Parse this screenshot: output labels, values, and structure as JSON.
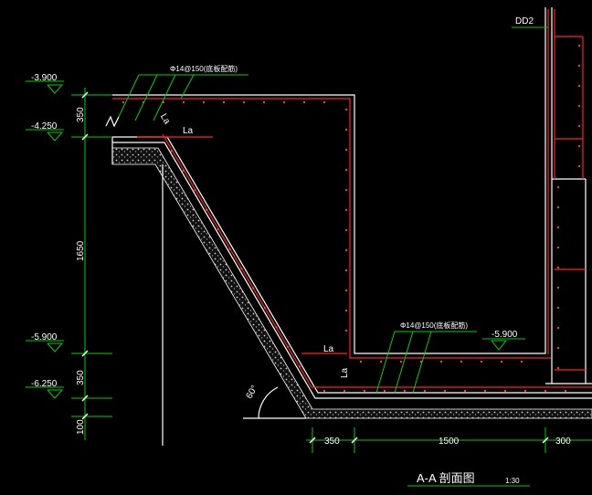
{
  "drawing": {
    "title": "A-A 剖面图",
    "scale": "1:30",
    "tag": "DD2",
    "colors": {
      "background": "#000000",
      "dimension": "#00d000",
      "rebar": "#ff2020",
      "outline": "#ffffff",
      "concrete_fill": "#bdbdbd"
    }
  },
  "elevations": [
    "-3.900",
    "-4.250",
    "-5.900",
    "-6.250"
  ],
  "elevation_inner": "-5.900",
  "rebar_callouts": [
    "Φ14@150(底板配筋)",
    "Φ14@150(底板配筋)"
  ],
  "anchor_labels": [
    "La",
    "La",
    "La",
    "La"
  ],
  "angle_label": "60°",
  "vertical_dims": [
    "350",
    "1650",
    "350",
    "100"
  ],
  "horizontal_dims": [
    "350",
    "1500",
    "300"
  ]
}
